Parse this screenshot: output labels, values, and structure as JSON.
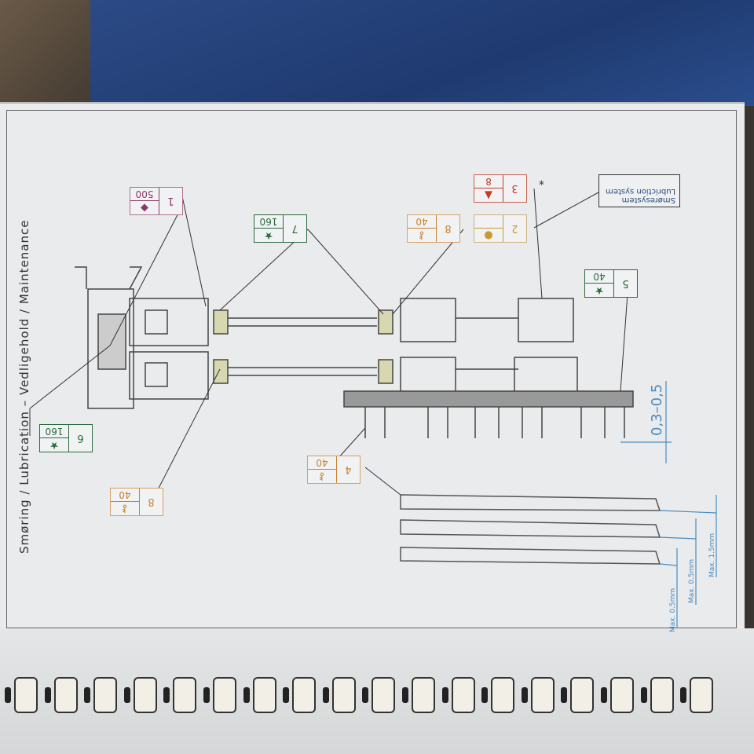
{
  "title": {
    "left": "Smøring / Lubrication",
    "sep": "–",
    "right": "Vedligehold / Maintenance"
  },
  "legend": {
    "line1": "Smøresystem",
    "line2": "Lubriction system"
  },
  "tags": [
    {
      "num": "1",
      "value": "500",
      "icon": "grease-drop-icon",
      "color": "#8a3a6a"
    },
    {
      "num": "7",
      "value": "160",
      "icon": "star-icon",
      "color": "#2d6a3e"
    },
    {
      "num": "8",
      "value": "40",
      "icon": "wrench-icon",
      "color": "#c9822d"
    },
    {
      "num": "2",
      "value": "",
      "icon": "bulb-icon",
      "color": "#c99a30"
    },
    {
      "num": "3",
      "value": "8",
      "icon": "red-grease-icon",
      "color": "#c23a2a"
    },
    {
      "num": "5",
      "value": "40",
      "icon": "star-icon",
      "color": "#2d6a3e"
    },
    {
      "num": "6",
      "value": "160",
      "icon": "star-icon",
      "color": "#2d6a3e"
    },
    {
      "num": "4",
      "value": "40",
      "icon": "wrench-icon",
      "color": "#c9822d"
    },
    {
      "num": "8",
      "value": "40",
      "icon": "wrench-icon",
      "color": "#c9822d"
    }
  ],
  "asterisk": "*",
  "dimensions": {
    "gap": "0,3–0,5",
    "blade1": "Max. 0.5mm",
    "blade2": "Max. 0.5mm",
    "blade3": "Max. 1.5mm"
  }
}
